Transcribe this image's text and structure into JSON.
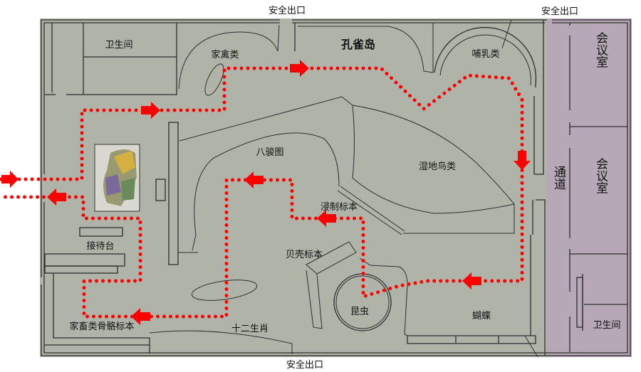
{
  "colors": {
    "floor": "#b0b4a8",
    "corridor": "#b6a8b6",
    "route": "#ff0000",
    "wall": "#2e2e2e"
  },
  "exits": {
    "top_left": "安全出口",
    "top_right": "安全出口",
    "bottom": "安全出口"
  },
  "rooms": {
    "toilet_left": "卫生间",
    "poultry": "家禽类",
    "peacock_island": "孔雀岛",
    "mammals": "哺乳类",
    "eight_horses": "八骏图",
    "wetland_birds": "湿地鸟类",
    "preserved_specimens": "浸制标本",
    "shell_specimens": "贝壳标本",
    "reception": "接待台",
    "livestock_skeletons": "家畜类骨骼标本",
    "zodiac": "十二生肖",
    "insects": "昆虫",
    "butterflies": "蝴蝶",
    "corridor": "通道",
    "meeting_room_1": "会议室",
    "meeting_room_2": "会议室",
    "toilet_right": "卫生间"
  }
}
